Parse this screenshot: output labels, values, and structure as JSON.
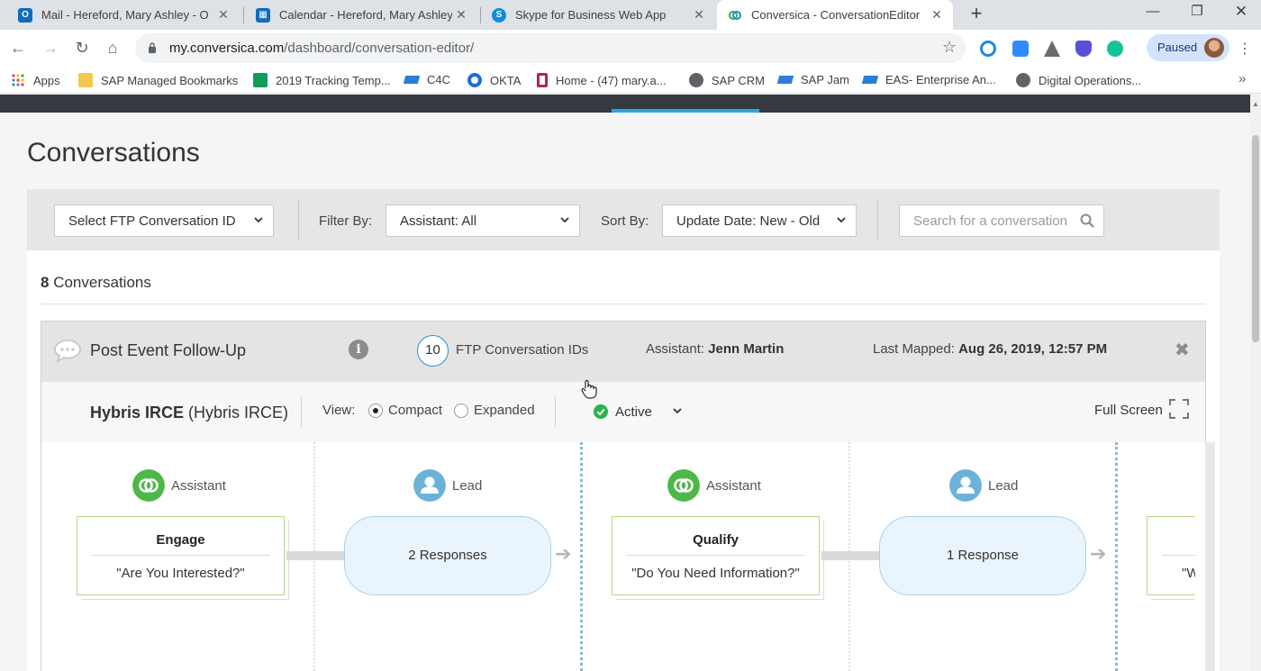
{
  "browser": {
    "tabs": [
      {
        "title": "Mail - Hereford, Mary Ashley - O",
        "icon": "outlook-icon",
        "color": "#0f6cbd"
      },
      {
        "title": "Calendar - Hereford, Mary Ashley",
        "icon": "calendar-icon",
        "color": "#0f6cbd"
      },
      {
        "title": "Skype for Business Web App",
        "icon": "skype-icon",
        "color": "#0b8fe0"
      },
      {
        "title": "Conversica - ConversationEditor",
        "icon": "conversica-icon",
        "color": "#2bb24c"
      }
    ],
    "url_host": "my.conversica.com",
    "url_path": "/dashboard/conversation-editor/",
    "profile_label": "Paused",
    "bookmarks": [
      {
        "label": "Apps",
        "icon": "apps-grid-icon"
      },
      {
        "label": "SAP Managed Bookmarks",
        "icon": "folder-icon"
      },
      {
        "label": "2019 Tracking Temp...",
        "icon": "sheets-icon"
      },
      {
        "label": "C4C",
        "icon": "sap-icon"
      },
      {
        "label": "OKTA",
        "icon": "okta-icon"
      },
      {
        "label": "Home - (47) mary.a...",
        "icon": "home-bookmark-icon"
      },
      {
        "label": "SAP CRM",
        "icon": "globe-icon"
      },
      {
        "label": "SAP Jam",
        "icon": "sap-icon"
      },
      {
        "label": "EAS- Enterprise An...",
        "icon": "sap-icon"
      },
      {
        "label": "Digital Operations...",
        "icon": "globe-icon"
      }
    ]
  },
  "page": {
    "title": "Conversations",
    "filters": {
      "ftp_select": "Select FTP Conversation ID",
      "filter_label": "Filter By:",
      "filter_value": "Assistant: All",
      "sort_label": "Sort By:",
      "sort_value": "Update Date: New - Old",
      "search_placeholder": "Search for a conversation"
    },
    "count_number": "8",
    "count_label": "Conversations",
    "conversation": {
      "name": "Post Event Follow-Up",
      "ftp_count": "10",
      "ftp_label": "FTP Conversation IDs",
      "assistant_label": "Assistant:",
      "assistant_name": "Jenn Martin",
      "mapped_label": "Last Mapped:",
      "mapped_value": "Aug 26, 2019, 12:57 PM",
      "sub_title_bold": "Hybris IRCE",
      "sub_title_rest": "(Hybris IRCE)",
      "view_label": "View:",
      "view_options": [
        "Compact",
        "Expanded"
      ],
      "view_selected": "Compact",
      "status": "Active",
      "fullscreen_label": "Full Screen",
      "flow": {
        "roles": {
          "assistant": "Assistant",
          "lead": "Lead"
        },
        "steps": [
          {
            "title": "Engage",
            "question": "\"Are You Interested?\""
          },
          {
            "title": "Qualify",
            "question": "\"Do You Need Information?\""
          },
          {
            "title": "",
            "question": "\"W"
          }
        ],
        "responses": [
          "2 Responses",
          "1 Response"
        ]
      }
    }
  },
  "colors": {
    "accent_blue": "#29a8e0",
    "success_green": "#2bb24c",
    "step_border": "#b5d98a",
    "response_fill": "#eaf4fc"
  }
}
